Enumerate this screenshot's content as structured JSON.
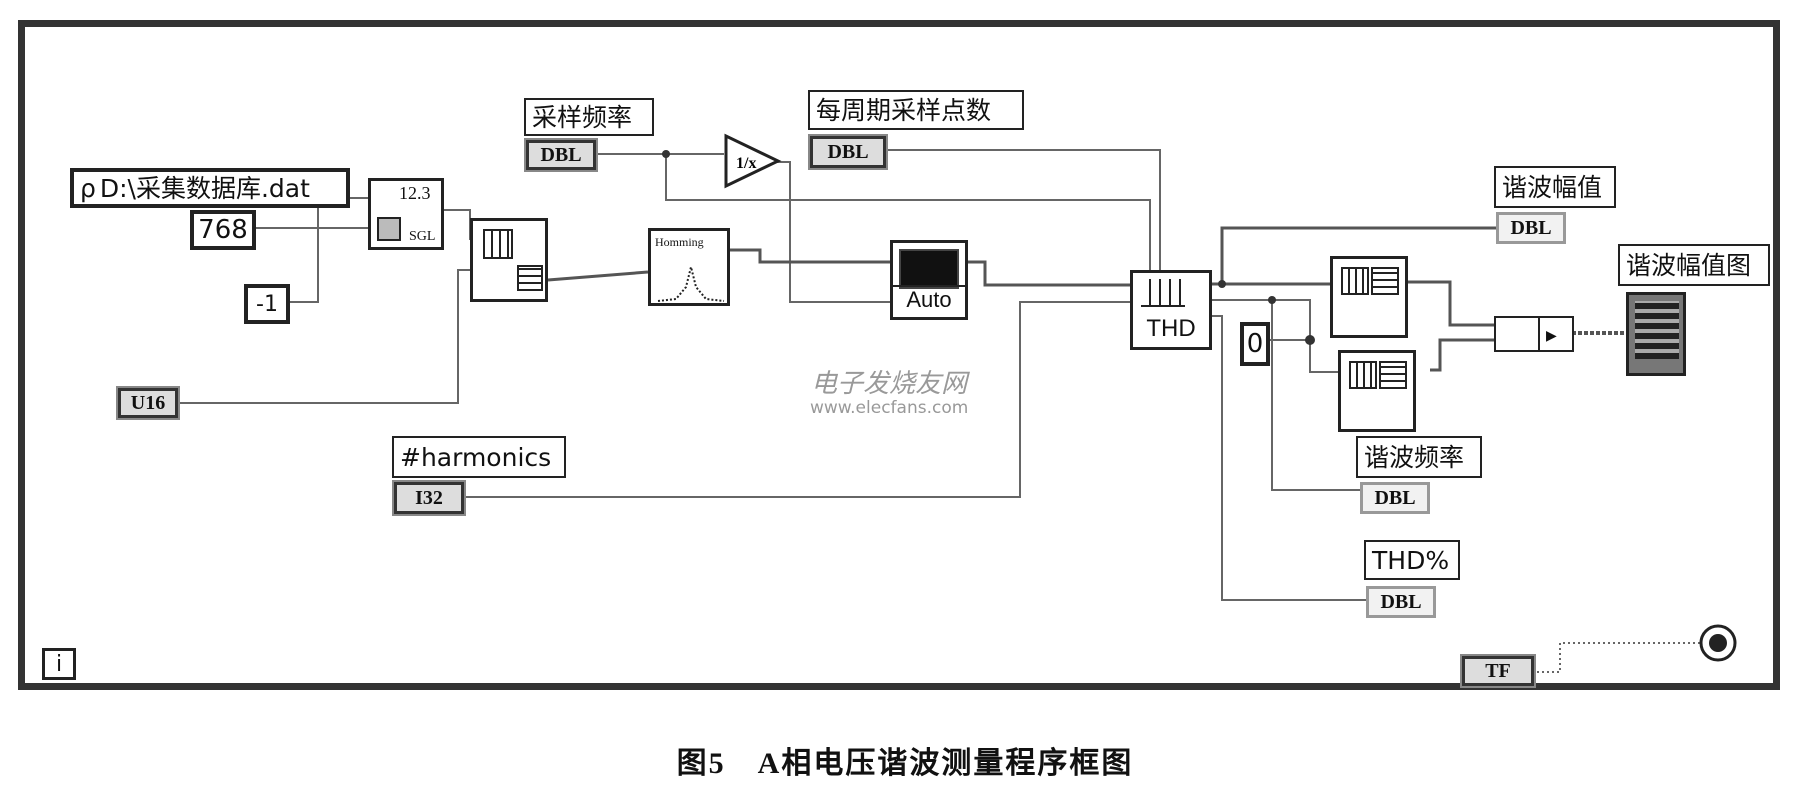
{
  "file_path": "D:\\采集数据库.dat",
  "constants": {
    "n768": "768",
    "neg1": "-1",
    "zero": "0"
  },
  "labels": {
    "sample_rate": "采样频率",
    "points_per_period": "每周期采样点数",
    "harmonics": "#harmonics",
    "harmonic_amp": "谐波幅值",
    "harmonic_amp_chart": "谐波幅值图",
    "harmonic_freq": "谐波频率",
    "thd_pct": "THD%"
  },
  "terminals": {
    "sample_rate": "DBL",
    "points_per_period": "DBL",
    "u16": "U16",
    "harmonics": "I32",
    "harmonic_amp": "DBL",
    "harmonic_freq": "DBL",
    "thd_pct": "DBL",
    "tf": "TF"
  },
  "nodes": {
    "read_num": "12.3",
    "read_type": "SGL",
    "window": "Homming",
    "spectrum": "Auto",
    "thd": "THD"
  },
  "loop_index": "i",
  "watermark": {
    "cn": "电子发烧友网",
    "url": "www.elecfans.com"
  },
  "caption": "图5　A相电压谐波测量程序框图"
}
